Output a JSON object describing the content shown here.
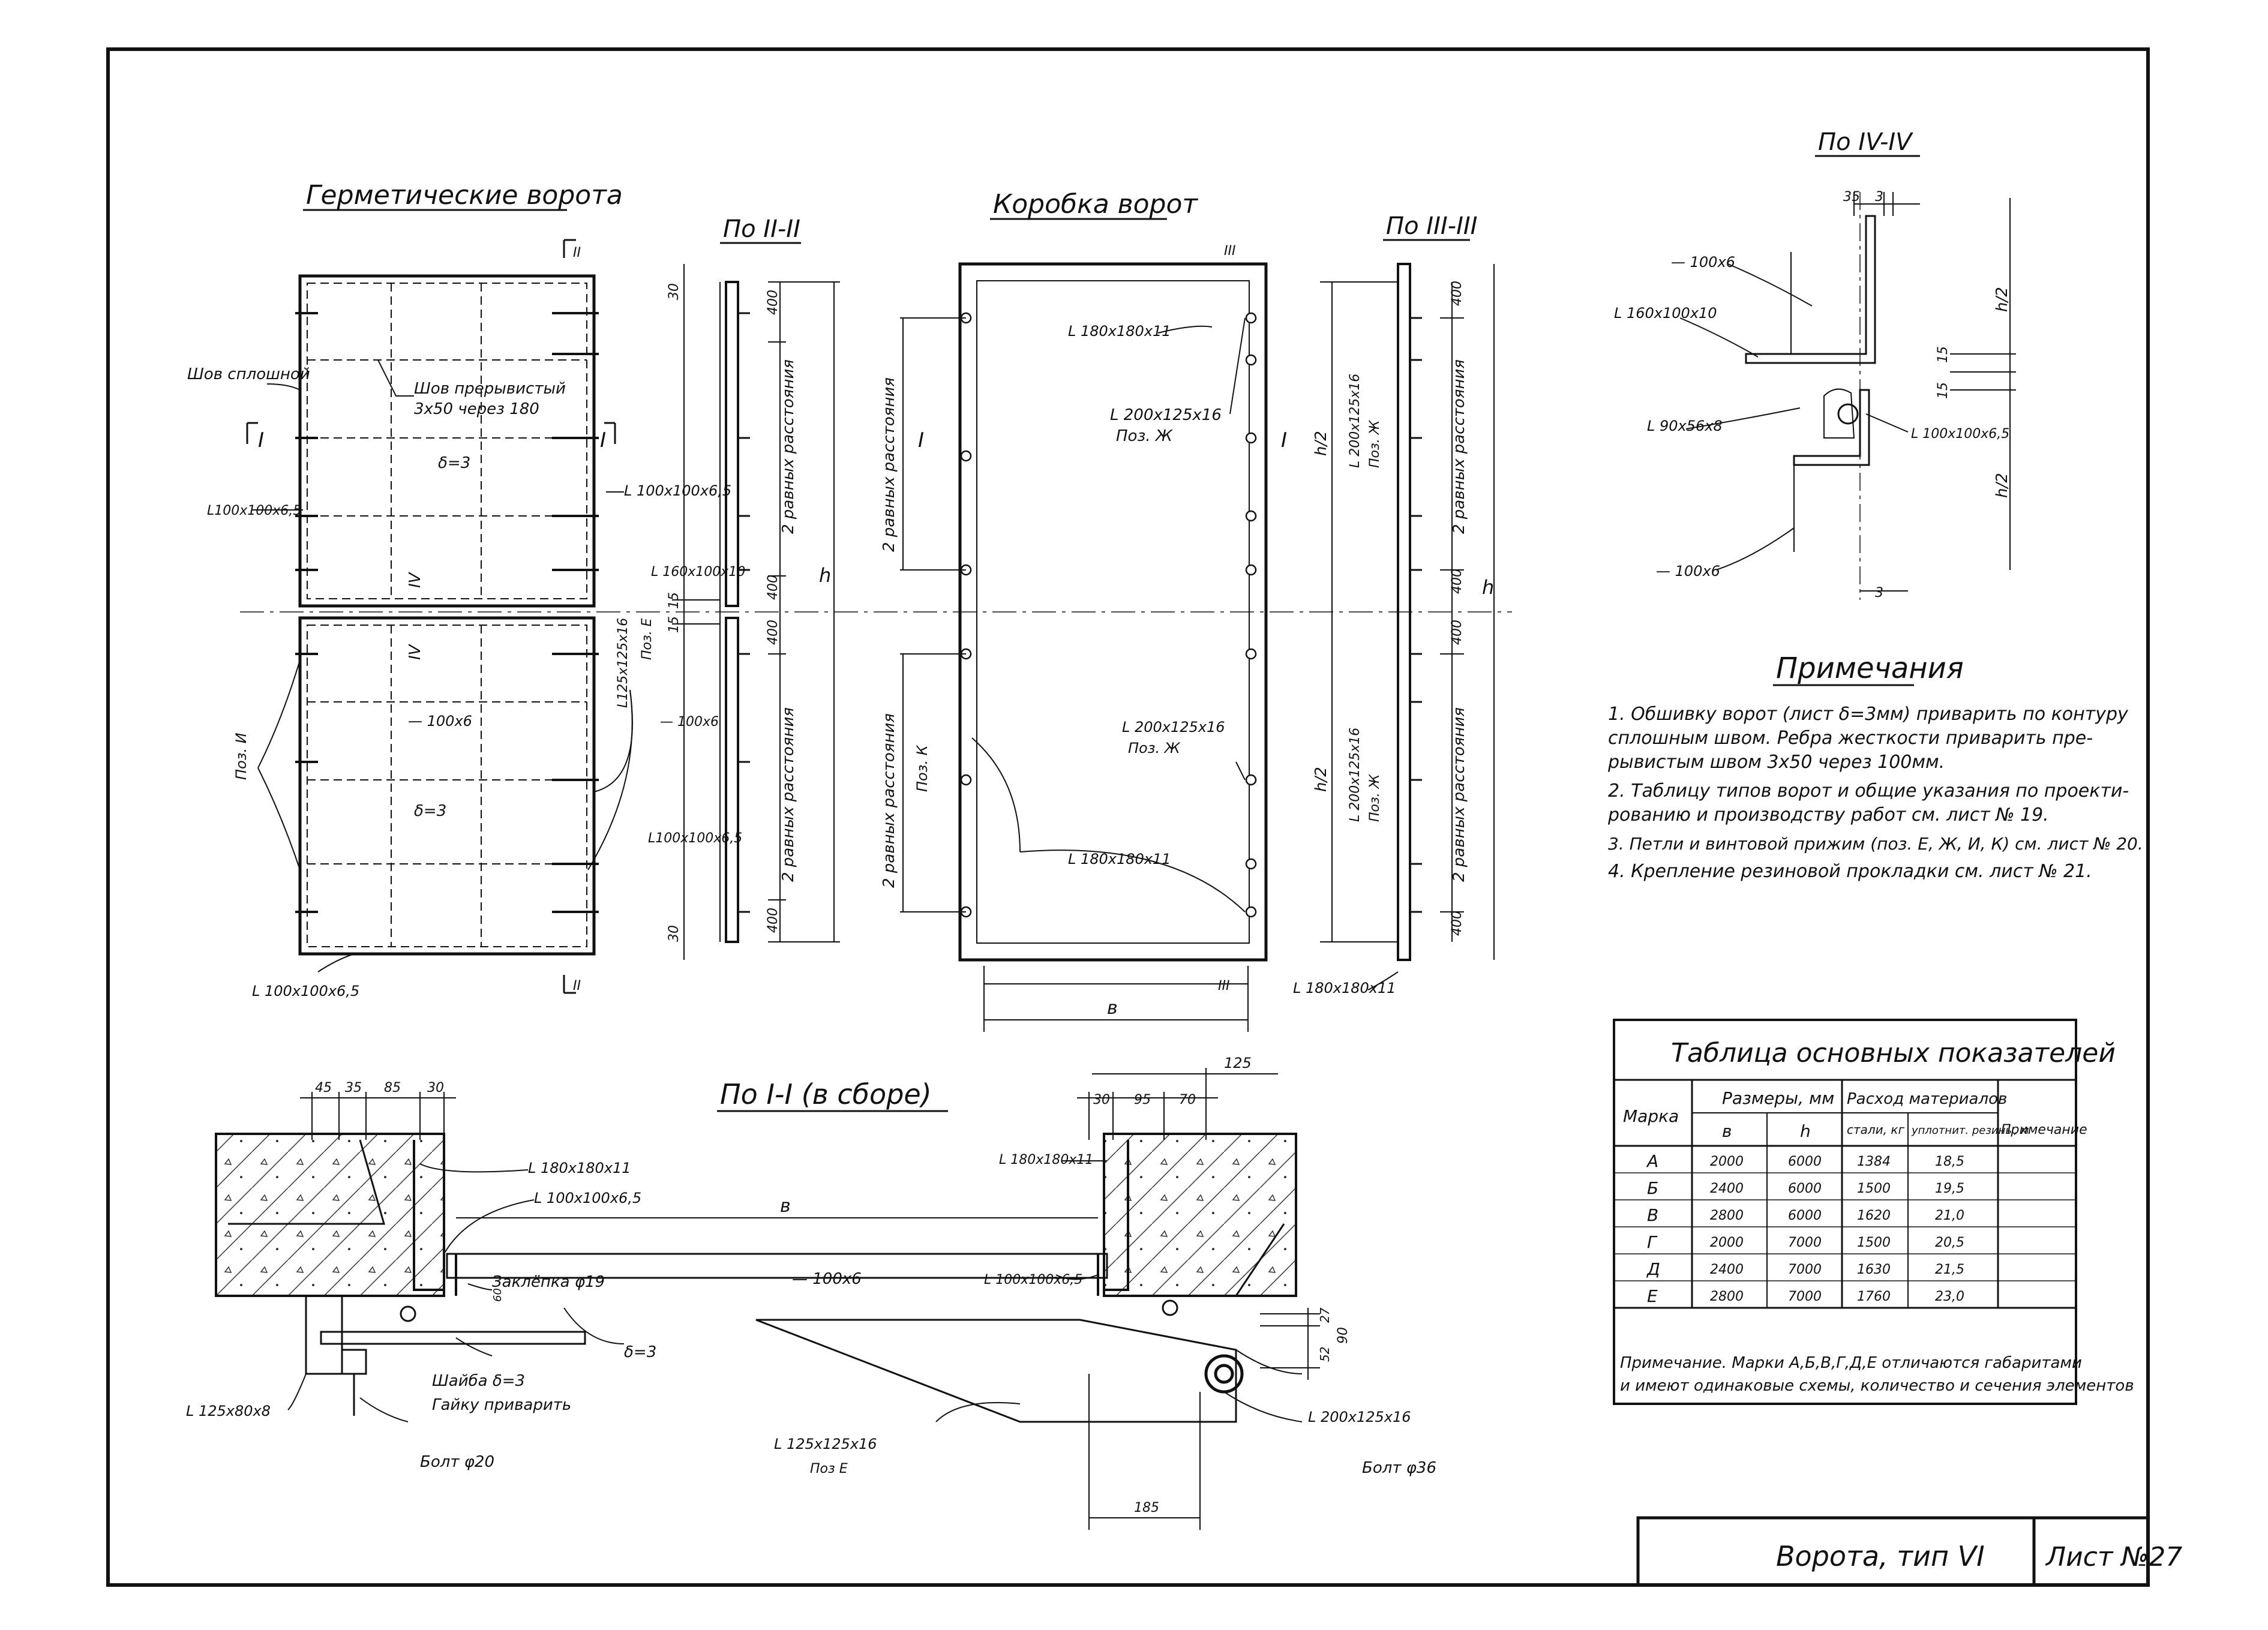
{
  "titles": {
    "hermetic_gate": "Герметические ворота",
    "section_2": "По II-II",
    "gate_box": "Коробка ворот",
    "section_3": "По III-III",
    "section_4": "По IV-IV",
    "section_1": "По I-I (в сборе)"
  },
  "gate_labels": {
    "weld_solid": "Шов сплошной",
    "weld_intermittent_1": "Шов прерывистый",
    "weld_intermittent_2": "3х50  через 180",
    "delta_top": "δ=3",
    "delta_bottom": "δ=3",
    "angle_left": "L100х100х6,5",
    "angle_right": "L 100х100х6,5",
    "angle_bottom": "L 100х100х6,5",
    "angle_160": "L 160х100х10",
    "plate_100x6": "— 100х6",
    "poz_i": "Поз. И",
    "cut_1": "I",
    "cut_4": "IV",
    "cut_2": "II",
    "angle_125_1": "L125х125х16",
    "angle_125_2": "Поз. Е"
  },
  "dims": {
    "d30": "30",
    "d400": "400",
    "d15": "15",
    "equal_dist": "2 равных расстояния",
    "h": "h",
    "h2": "h/2",
    "b": "в",
    "d35": "35",
    "d3": "3",
    "d45": "45",
    "d85": "85",
    "d70": "70",
    "d125": "125",
    "d95": "95",
    "d27": "27",
    "d90": "90",
    "d52": "52",
    "d185": "185",
    "d60": "60"
  },
  "box_labels": {
    "angle_180_top": "L 180х180х11",
    "angle_200_1": "L 200х125х16",
    "poz_zh_1": "Поз. Ж",
    "angle_200_2": "L 200х125х16",
    "poz_zh_2": "Поз. Ж",
    "angle_180_bottom": "L 180х180х11",
    "poz_k": "Поз. К",
    "cut_3": "III"
  },
  "section3_labels": {
    "angle_200_v1": "L 200х125х16",
    "poz_zh_v1": "Поз. Ж",
    "angle_200_v2": "L 200х125х16",
    "poz_zh_v2": "Поз. Ж",
    "angle_180": "L 180х180х11"
  },
  "section4_labels": {
    "plate_top": "— 100х6",
    "angle_160": "L 160х100х10",
    "angle_90": "L 90х56х8",
    "angle_100": "L 100х100х6,5",
    "plate_bottom": "— 100х6"
  },
  "notes": {
    "heading": "Примечания",
    "items": [
      "1.  Обшивку ворот (лист δ=3мм) приварить по контуру",
      "     сплошным швом. Ребра жесткости приварить пре-",
      "     рывистым  швом  3х50  через 100мм.",
      "2.  Таблицу типов ворот и общие указания по проекти-",
      "     рованию и производству работ см. лист № 19.",
      "3.  Петли и винтовой прижим (поз. Е, Ж, И, К) см. лист № 20.",
      "4.  Крепление резиновой прокладки см. лист № 21."
    ]
  },
  "table": {
    "title": "Таблица основных показателей",
    "col_mark": "Марка",
    "col_sizes": "Размеры, мм",
    "col_b": "в",
    "col_h": "h",
    "col_consumption": "Расход материалов",
    "col_steel": "стали, кг",
    "col_rubber": "уплотнит. резины, м",
    "col_note": "Примечание",
    "rows": [
      {
        "mark": "А",
        "b": "2000",
        "h": "6000",
        "steel": "1384",
        "rubber": "18,5"
      },
      {
        "mark": "Б",
        "b": "2400",
        "h": "6000",
        "steel": "1500",
        "rubber": "19,5"
      },
      {
        "mark": "В",
        "b": "2800",
        "h": "6000",
        "steel": "1620",
        "rubber": "21,0"
      },
      {
        "mark": "Г",
        "b": "2000",
        "h": "7000",
        "steel": "1500",
        "rubber": "20,5"
      },
      {
        "mark": "Д",
        "b": "2400",
        "h": "7000",
        "steel": "1630",
        "rubber": "21,5"
      },
      {
        "mark": "Е",
        "b": "2800",
        "h": "7000",
        "steel": "1760",
        "rubber": "23,0"
      }
    ],
    "footnote_1": "Примечание. Марки А,Б,В,Г,Д,Е отличаются габаритами",
    "footnote_2": "и имеют одинаковые схемы, количество и сечения элементов"
  },
  "section1_labels": {
    "angle_180_left": "L 180х180х11",
    "angle_100_left": "L 100х100х6,5",
    "dim_b": "в",
    "rivet": "Заклёпка φ19",
    "plate": "— 100х6",
    "angle_100_right": "L 100х100х6,5",
    "angle_180_right": "L 180х180х11",
    "delta": "δ=3",
    "washer": "Шайба δ=3",
    "nut": "Гайку приварить",
    "angle_125x80": "L 125х80х8",
    "bolt_20": "Болт φ20",
    "angle_125_poz": "L 125х125х16",
    "poz_e": "Поз Е",
    "angle_200": "L 200х125х16",
    "bolt_36": "Болт φ36"
  },
  "title_block": {
    "name": "Ворота, тип VI",
    "sheet": "Лист №27"
  }
}
